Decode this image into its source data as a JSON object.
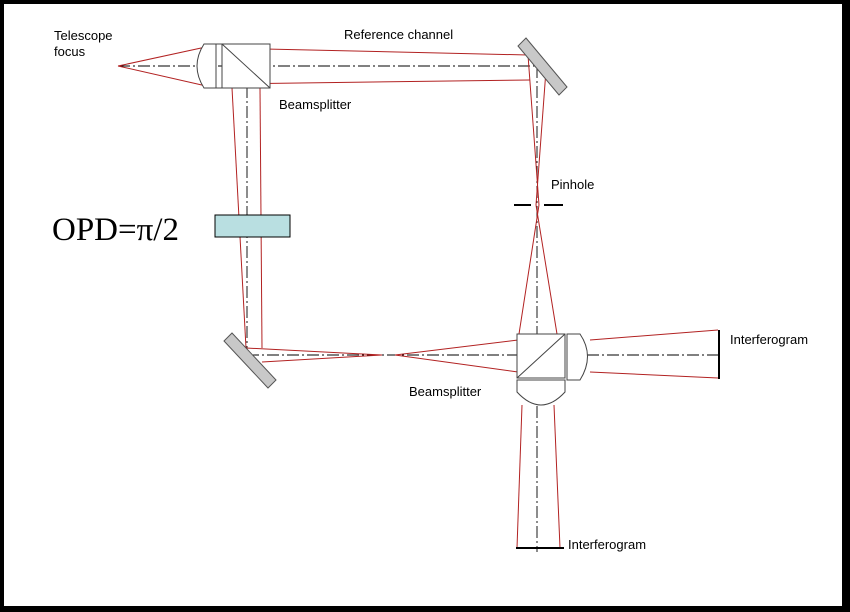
{
  "labels": {
    "telescope_focus": [
      "Telescope",
      "focus"
    ],
    "reference_channel": "Reference channel",
    "beamsplitter_top": "Beamsplitter",
    "pinhole": "Pinhole",
    "opd": "OPD=π/2",
    "beamsplitter_bottom": "Beamsplitter",
    "interferogram_right": "Interferogram",
    "interferogram_bottom": "Interferogram"
  },
  "colors": {
    "ray": "#b22222",
    "phase_plate": "#b9dfe1",
    "mirror": "#c8c8c8",
    "background": "#ffffff",
    "frame": "#000000"
  },
  "components": {
    "mirrors": [
      "fold-mirror-top-right",
      "fold-mirror-bottom-left"
    ],
    "beamsplitters": [
      "beamsplitter-top",
      "beamsplitter-bottom"
    ],
    "detectors": [
      "interferogram-detector-right",
      "interferogram-detector-bottom"
    ],
    "phase_plate": "opd-phase-plate",
    "pinhole": "pinhole-aperture"
  }
}
